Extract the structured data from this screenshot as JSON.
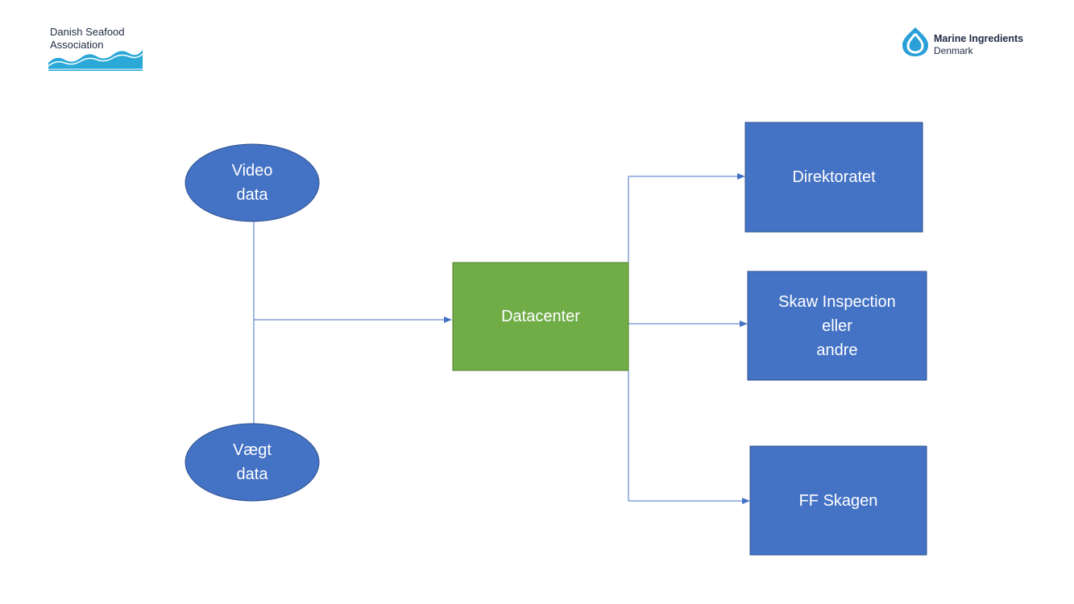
{
  "logos": {
    "left": {
      "line1": "Danish Seafood",
      "line2": "Association",
      "wave_color": "#2aa8d8"
    },
    "right": {
      "name": "Marine Ingredients",
      "sub": "Denmark",
      "mark_color": "#2a9fd8"
    }
  },
  "diagram": {
    "colors": {
      "blue_node": "#4472c4",
      "blue_border": "#2f528f",
      "green_node": "#70ad47",
      "green_border": "#507e32",
      "connector": "#4472c4"
    },
    "nodes": {
      "video": "Video\ndata",
      "vaegt": "Vægt\ndata",
      "datacenter": "Datacenter",
      "direktoratet": "Direktoratet",
      "skaw": "Skaw Inspection\neller\nandre",
      "ffskagen": "FF Skagen"
    }
  }
}
